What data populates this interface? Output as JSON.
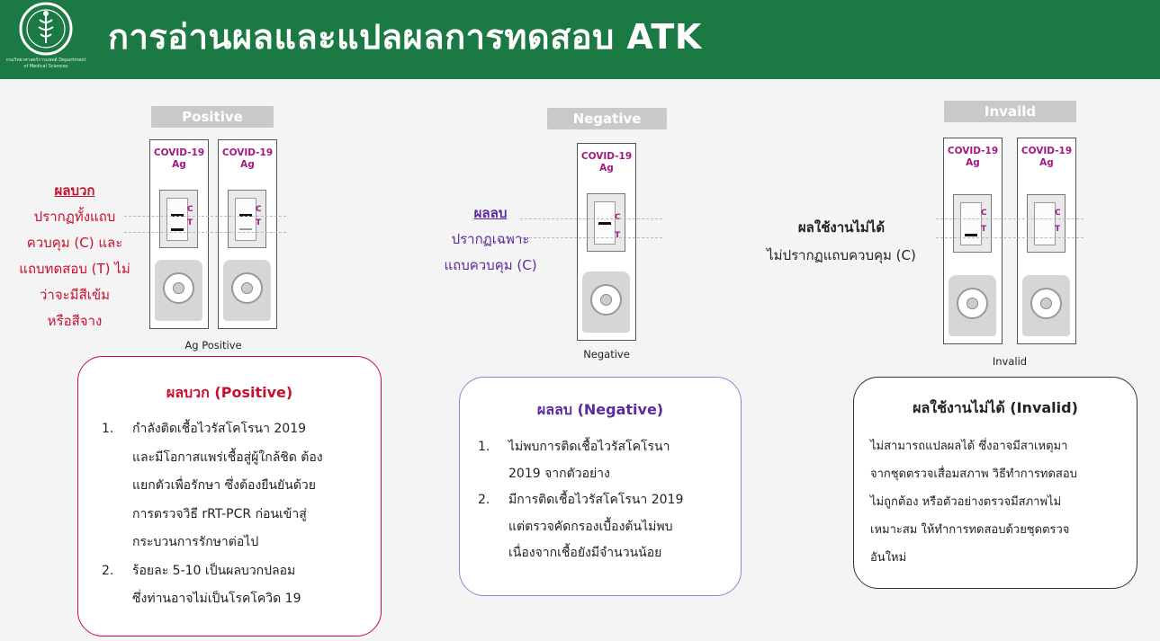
{
  "header": {
    "title": "การอ่านผลและแปลผลการทดสอบ ATK",
    "logo_caption": "กรมวิทยาศาสตร์การแพทย์ Department of Medical Sciences"
  },
  "positive": {
    "pill": "Positive",
    "side_title": "ผลบวก",
    "side_lines": [
      "ปรากฏทั้งแถบ",
      "ควบคุม (C) และ",
      "แถบทดสอบ (T) ไม่",
      "ว่าจะมีสีเข้ม",
      "หรือสีจาง"
    ],
    "caption": "Ag Positive",
    "box_title": "ผลบวก (Positive)",
    "items": [
      {
        "num": "1.",
        "lines": [
          "กำลังติดเชื้อไวรัสโคโรนา 2019",
          "และมีโอกาสแพร่เชื้อสู่ผู้ใกล้ชิด ต้อง",
          "แยกตัวเพื่อรักษา ซึ่งต้องยืนยันด้วย",
          "การตรวจวิธี rRT-PCR ก่อนเข้าสู่",
          "กระบวนการรักษาต่อไป"
        ]
      },
      {
        "num": "2.",
        "lines": [
          "ร้อยละ 5-10  เป็นผลบวกปลอม",
          "ซึ่งท่านอาจไม่เป็นโรคโควิด 19"
        ]
      }
    ]
  },
  "negative": {
    "pill": "Negative",
    "side_title": "ผลลบ",
    "side_lines": [
      "ปรากฏเฉพาะ",
      "แถบควบคุม (C)"
    ],
    "caption": "Negative",
    "box_title": "ผลลบ (Negative)",
    "items": [
      {
        "num": "1.",
        "lines": [
          "ไม่พบการติดเชื้อไวรัสโคโรนา",
          "2019 จากตัวอย่าง"
        ]
      },
      {
        "num": "2.",
        "lines": [
          "มีการติดเชื้อไวรัสโคโรนา 2019",
          "แต่ตรวจคัดกรองเบื้องต้นไม่พบ",
          "เนื่องจากเชื้อยังมีจำนวนน้อย"
        ]
      }
    ]
  },
  "invalid": {
    "pill": "Invaild",
    "side_title": "ผลใช้งานไม่ได้",
    "side_lines": [
      "ไม่ปรากฏแถบควบคุม (C)"
    ],
    "caption": "Invalid",
    "box_title": "ผลใช้งานไม่ได้ (Invalid)",
    "lines": [
      "ไม่สามารถแปลผลได้ ซึ่งอาจมีสาเหตุมา",
      "จากชุดตรวจเสื่อมสภาพ วิธีทำการทดสอบ",
      "ไม่ถูกต้อง  หรือตัวอย่างตรวจมีสภาพไม่",
      "เหมาะสม ให้ทำการทดสอบด้วยชุดตรวจ",
      "อันใหม่"
    ]
  },
  "cassette": {
    "line1": "COVID-19",
    "line2": "Ag",
    "c_mark": "C",
    "t_mark": "T"
  },
  "colors": {
    "header_green": "#1b7a43",
    "positive_red": "#c8102e",
    "negative_purple": "#5b2a9e",
    "marker_magenta": "#a3197f"
  }
}
